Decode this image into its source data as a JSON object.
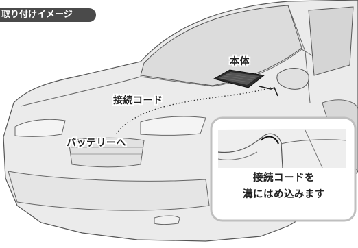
{
  "title_badge": "取り付けイメージ",
  "labels": {
    "main_unit": "本体",
    "connection_cable": "接続コード",
    "to_battery": "バッテリーへ"
  },
  "inset": {
    "line1": "接続コードを",
    "line2": "溝にはめ込みます"
  },
  "colors": {
    "badge_bg": "#4a4a4a",
    "car_fill": "#ebebeb",
    "car_stroke": "#555555",
    "device": "#2b2b2b"
  }
}
